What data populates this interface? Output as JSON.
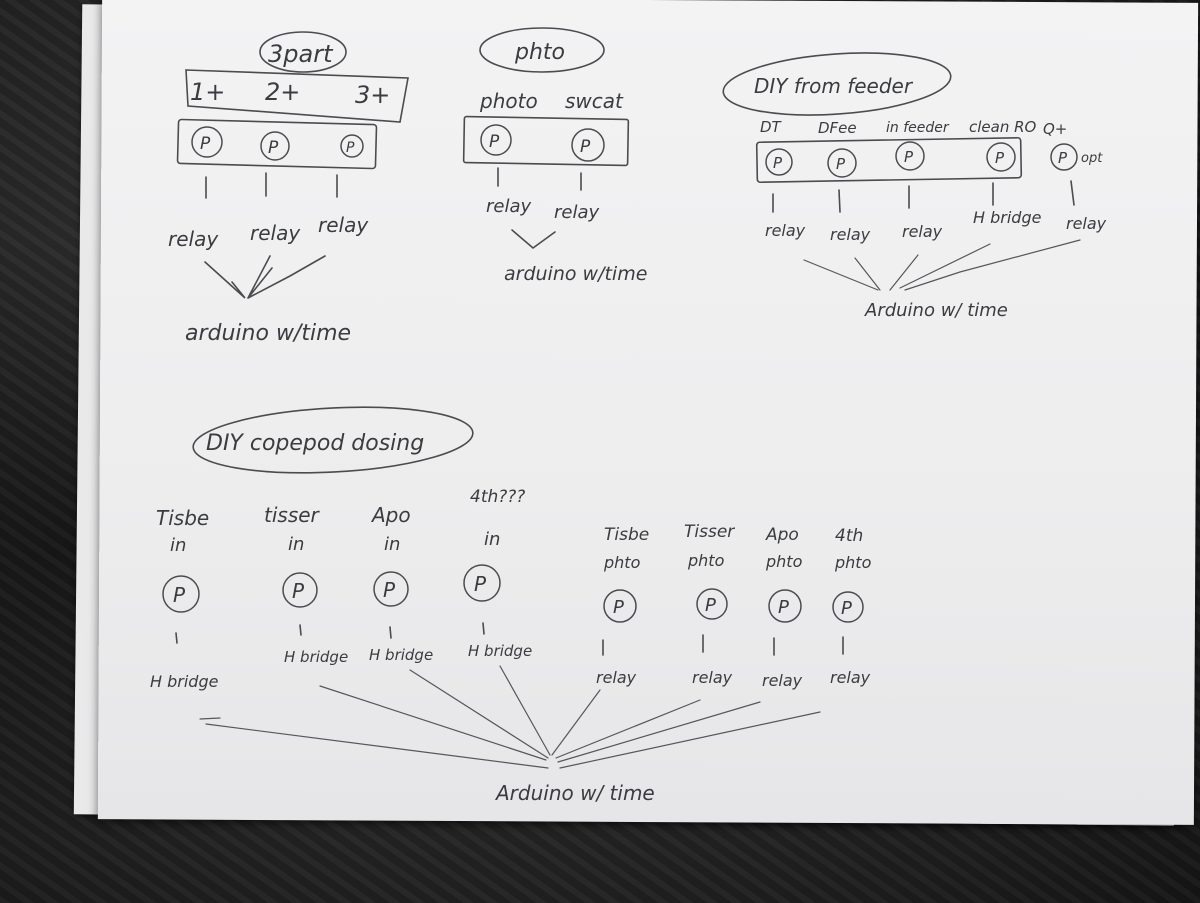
{
  "sketch_3part": {
    "title": "3part",
    "ports": [
      "1+",
      "2+",
      "3+"
    ],
    "pumps": [
      "P",
      "P",
      "P"
    ],
    "relays": [
      "relay",
      "relay",
      "relay"
    ],
    "controller": "arduino w/time"
  },
  "sketch_phto": {
    "title": "phto",
    "labels": [
      "photo",
      "swcat"
    ],
    "pumps": [
      "P",
      "P"
    ],
    "relays": [
      "relay",
      "relay"
    ],
    "controller": "arduino w/time"
  },
  "sketch_diy_fromfeeder": {
    "title": "DIY from feeder",
    "labels": [
      "DT",
      "DFee",
      "in feeder",
      "clean RO",
      "Q+"
    ],
    "pumps": [
      "P",
      "P",
      "P",
      "P",
      "P"
    ],
    "extra": "opt",
    "drivers": [
      "relay",
      "relay",
      "relay",
      "H bridge",
      "relay"
    ],
    "controller": "Arduino w/ time"
  },
  "sketch_diy_copepod": {
    "title": "DIY copepod dosing",
    "in_top": [
      "Tisbe",
      "tisser",
      "Apo",
      "4th???"
    ],
    "in_sub": [
      "in",
      "in",
      "in",
      "in"
    ],
    "in_pumps": [
      "P",
      "P",
      "P",
      "P"
    ],
    "in_drivers": [
      "H bridge",
      "H bridge",
      "H bridge",
      "H bridge"
    ],
    "photo_top": [
      "Tisbe",
      "Tisser",
      "Apo",
      "4th"
    ],
    "photo_sub": [
      "phto",
      "phto",
      "phto",
      "phto"
    ],
    "photo_pumps": [
      "P",
      "P",
      "P",
      "P"
    ],
    "photo_drivers": [
      "relay",
      "relay",
      "relay",
      "relay"
    ],
    "controller": "Arduino w/ time"
  }
}
